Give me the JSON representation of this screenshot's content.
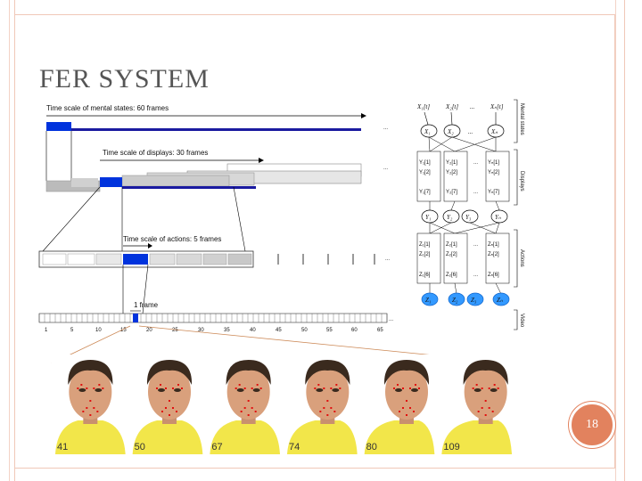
{
  "slide": {
    "title": "FER SYSTEM",
    "page_number": "18"
  },
  "timeline": {
    "mental_label": "Time scale of mental states: 60 frames",
    "display_label": "Time scale of displays: 30 frames",
    "action_label": "Time scale of actions: 5 frames",
    "frame_label": "1 frame",
    "ticks": [
      "1",
      "5",
      "10",
      "15",
      "20",
      "25",
      "30",
      "35",
      "40",
      "45",
      "50",
      "55",
      "60",
      "65"
    ],
    "ellipsis": "..."
  },
  "network": {
    "side_labels": [
      "Mental states",
      "Displays",
      "Actions",
      "Video"
    ],
    "top_row": [
      "X₁[t]",
      "X₂[t]",
      "Xₙ[t]"
    ],
    "x_nodes": [
      "X₁",
      "X₂",
      "Xₙ"
    ],
    "display_rows": [
      [
        "Y₁[1]",
        "Y₂[1]",
        "Yₙ[1]"
      ],
      [
        "Y₁[2]",
        "Y₂[2]",
        "Yₙ[2]"
      ],
      [
        "Y₁[7]",
        "Y₂[7]",
        "Yₙ[7]"
      ]
    ],
    "y_nodes": [
      "Y₁",
      "Y₂",
      "Y₃",
      "Yₙ"
    ],
    "action_rows": [
      [
        "Z₁[1]",
        "Z₂[1]",
        "Zₙ[1]"
      ],
      [
        "Z₁[2]",
        "Z₂[2]",
        "Zₙ[2]"
      ],
      [
        "Z₁[6]",
        "Z₂[6]",
        "Zₙ[6]"
      ]
    ],
    "z_nodes": [
      "Z₁",
      "Z₂",
      "Z₃",
      "Zₙ"
    ]
  },
  "faces": [
    {
      "frame": "41"
    },
    {
      "frame": "50"
    },
    {
      "frame": "67"
    },
    {
      "frame": "74"
    },
    {
      "frame": "80"
    },
    {
      "frame": "109"
    }
  ],
  "colors": {
    "accent": "#e2825e",
    "frame": "#f0c8b8",
    "bar_blue": "#1a1aa0",
    "highlight_blue": "#0033dd",
    "node_blue": "#3399ff",
    "shirt_yellow": "#f2e64a"
  }
}
